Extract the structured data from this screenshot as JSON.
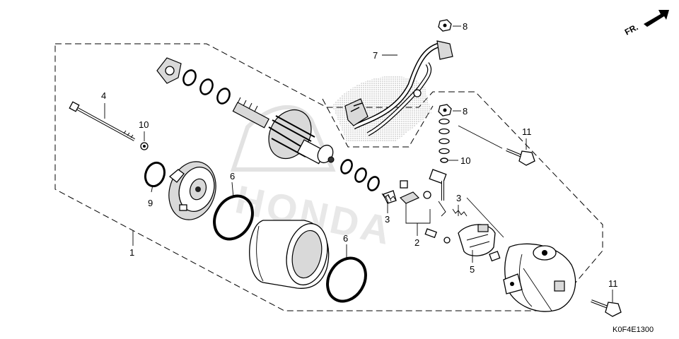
{
  "direction_label": "FR.",
  "figure_code": "K0F4E1300",
  "callouts": {
    "c1": "1",
    "c2": "2",
    "c3a": "3",
    "c3b": "3",
    "c4": "4",
    "c5": "5",
    "c6a": "6",
    "c6b": "6",
    "c7": "7",
    "c8a": "8",
    "c8b": "8",
    "c9": "9",
    "c10a": "10",
    "c10b": "10",
    "c11a": "11",
    "c11b": "11"
  },
  "watermark": "HONDA"
}
